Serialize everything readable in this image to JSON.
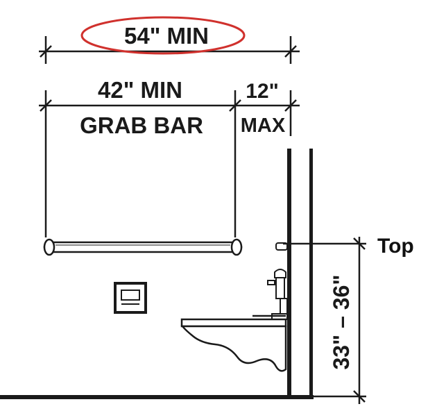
{
  "dimensions": {
    "overall": "54\" MIN",
    "grab_bar_length": "42\" MIN",
    "grab_bar_label": "GRAB BAR",
    "offset": "12\"",
    "offset_label": "MAX",
    "height_range": "33\" – 36\""
  },
  "callouts": {
    "top": "Top"
  },
  "colors": {
    "highlight_ellipse": "#d0312d",
    "line_color": "#1a1a1a"
  }
}
